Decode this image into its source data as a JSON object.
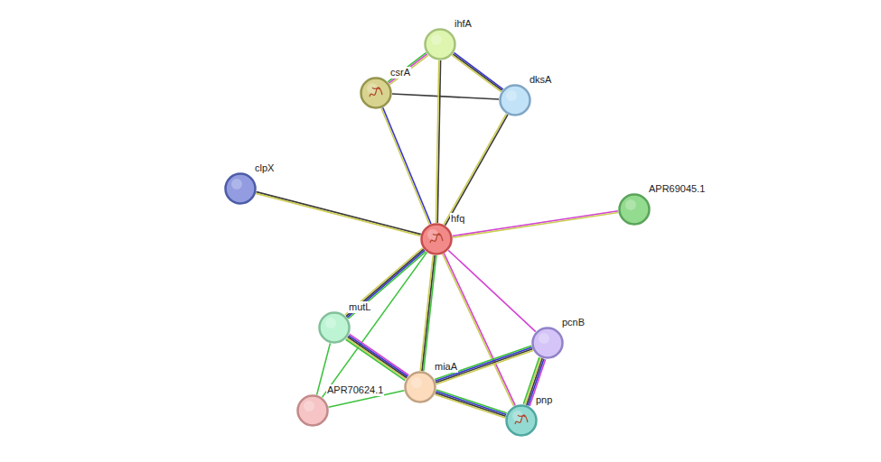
{
  "diagram": {
    "nodes": [
      {
        "text": [
          "ihfA"
        ]
      },
      {
        "text": [
          "csrA"
        ]
      },
      {
        "text": [
          "dksA"
        ]
      },
      {
        "text": [
          "clpX"
        ]
      },
      {
        "text": [
          "APR69045.1"
        ]
      },
      {
        "text": [
          "hfq"
        ]
      },
      {
        "text": [
          "mutL"
        ]
      },
      {
        "text": [
          "pcnB"
        ]
      },
      {
        "text": [
          "miaA"
        ]
      },
      {
        "text": [
          "APR70624.1"
        ]
      },
      {
        "text": [
          "pnp"
        ]
      }
    ],
    "edges": [
      {
        "from": 1,
        "to": 0,
        "arrow": "none"
      },
      {
        "from": 0,
        "to": 2,
        "arrow": "none"
      },
      {
        "from": 1,
        "to": 2,
        "arrow": "none"
      },
      {
        "from": 0,
        "to": 5,
        "arrow": "none"
      },
      {
        "from": 1,
        "to": 5,
        "arrow": "none"
      },
      {
        "from": 2,
        "to": 5,
        "arrow": "none"
      },
      {
        "from": 3,
        "to": 5,
        "arrow": "none"
      },
      {
        "from": 5,
        "to": 4,
        "arrow": "none"
      },
      {
        "from": 5,
        "to": 6,
        "arrow": "none"
      },
      {
        "from": 5,
        "to": 9,
        "arrow": "none"
      },
      {
        "from": 5,
        "to": 8,
        "arrow": "none"
      },
      {
        "from": 5,
        "to": 7,
        "arrow": "none"
      },
      {
        "from": 5,
        "to": 10,
        "arrow": "none"
      },
      {
        "from": 6,
        "to": 8,
        "arrow": "none"
      },
      {
        "from": 6,
        "to": 9,
        "arrow": "none"
      },
      {
        "from": 9,
        "to": 8,
        "arrow": "none"
      },
      {
        "from": 8,
        "to": 7,
        "arrow": "none"
      },
      {
        "from": 8,
        "to": 10,
        "arrow": "none"
      },
      {
        "from": 7,
        "to": 10,
        "arrow": "none"
      }
    ]
  }
}
